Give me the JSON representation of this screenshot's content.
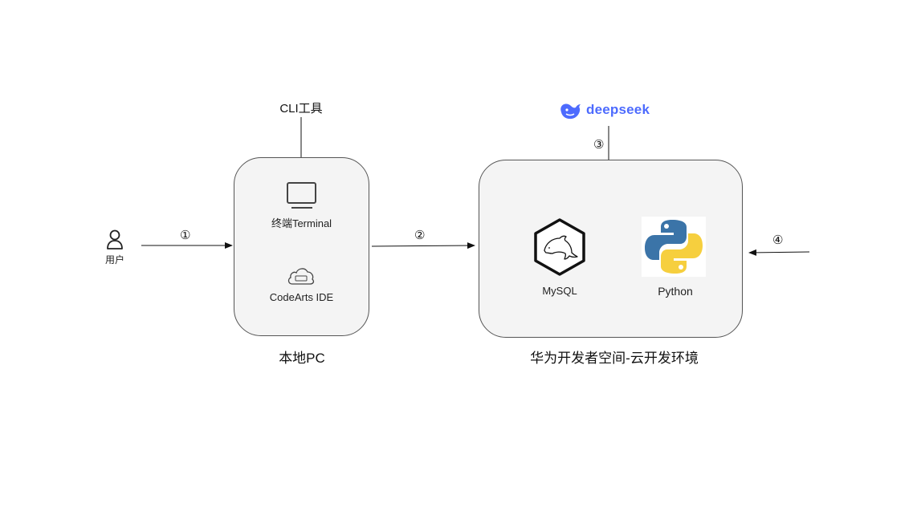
{
  "user": {
    "label": "用户",
    "icon": "person-icon"
  },
  "cli_tool": {
    "label": "CLI工具"
  },
  "local_pc": {
    "title": "本地PC",
    "items": [
      {
        "label": "终端Terminal",
        "icon": "monitor-icon"
      },
      {
        "label": "CodeArts IDE",
        "icon": "cloud-icon"
      }
    ]
  },
  "deepseek": {
    "label": "deepseek",
    "icon": "whale-logo-icon",
    "color": "#4d6bfe"
  },
  "cloud_env": {
    "title": "华为开发者空间-云开发环境",
    "items": [
      {
        "label": "MySQL",
        "icon": "dolphin-icon"
      },
      {
        "label": "Python",
        "icon": "python-logo-icon"
      }
    ]
  },
  "steps": [
    "①",
    "②",
    "③",
    "④"
  ]
}
